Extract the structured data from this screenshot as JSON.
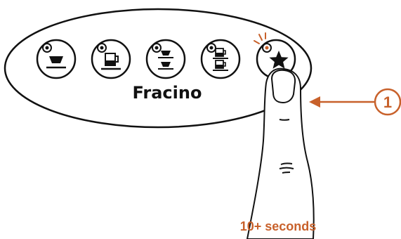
{
  "brand": "Fracino",
  "callout": {
    "number": "1"
  },
  "instruction": {
    "duration": "10+ seconds"
  },
  "colors": {
    "accent": "#C8612B",
    "outline": "#111111",
    "background": "#ffffff"
  },
  "buttons": [
    {
      "icon": "single-cup-icon"
    },
    {
      "icon": "mug-icon"
    },
    {
      "icon": "double-cup-icon"
    },
    {
      "icon": "double-mug-icon"
    },
    {
      "icon": "star-icon",
      "active": true
    }
  ]
}
